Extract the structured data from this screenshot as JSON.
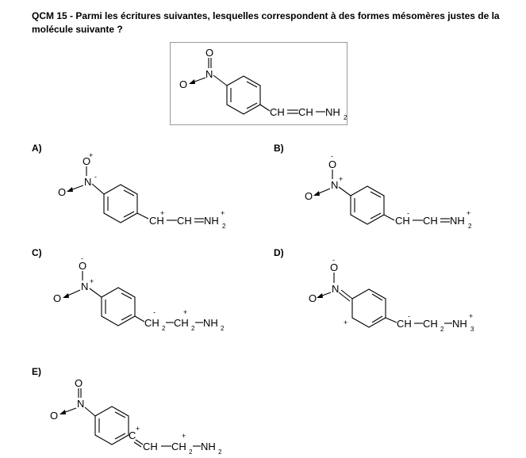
{
  "question": {
    "number": "QCM 15 -",
    "text": "Parmi les écritures suivantes, lesquelles correspondent à des formes mésomères justes de la molécule suivante ?"
  },
  "atoms": {
    "O": "O",
    "N": "N",
    "C": "C",
    "CH": "CH",
    "NH": "NH",
    "sub2": "2",
    "sub3": "3",
    "plus": "+",
    "minus": "-",
    "bond_single": "—",
    "bond_double": "="
  },
  "options": [
    {
      "label": "A)"
    },
    {
      "label": "B)"
    },
    {
      "label": "C)"
    },
    {
      "label": "D)"
    },
    {
      "label": "E)"
    }
  ]
}
